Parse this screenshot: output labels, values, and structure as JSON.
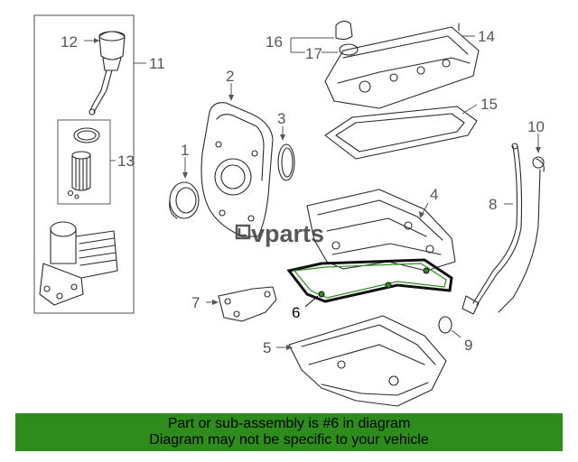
{
  "callouts": {
    "c1": "1",
    "c2": "2",
    "c3": "3",
    "c4": "4",
    "c5": "5",
    "c6": "6",
    "c7": "7",
    "c8": "8",
    "c9": "9",
    "c10": "10",
    "c11": "11",
    "c12": "12",
    "c13": "13",
    "c14": "14",
    "c15": "15",
    "c16": "16",
    "c17": "17"
  },
  "logo": {
    "text": "vparts"
  },
  "highlight": {
    "part_number": "6",
    "color": "#000000"
  },
  "banner": {
    "line1": "Part or sub-assembly is #6 in diagram",
    "line2": "Diagram may not be specific to your vehicle",
    "background": "#2d8c1c"
  }
}
